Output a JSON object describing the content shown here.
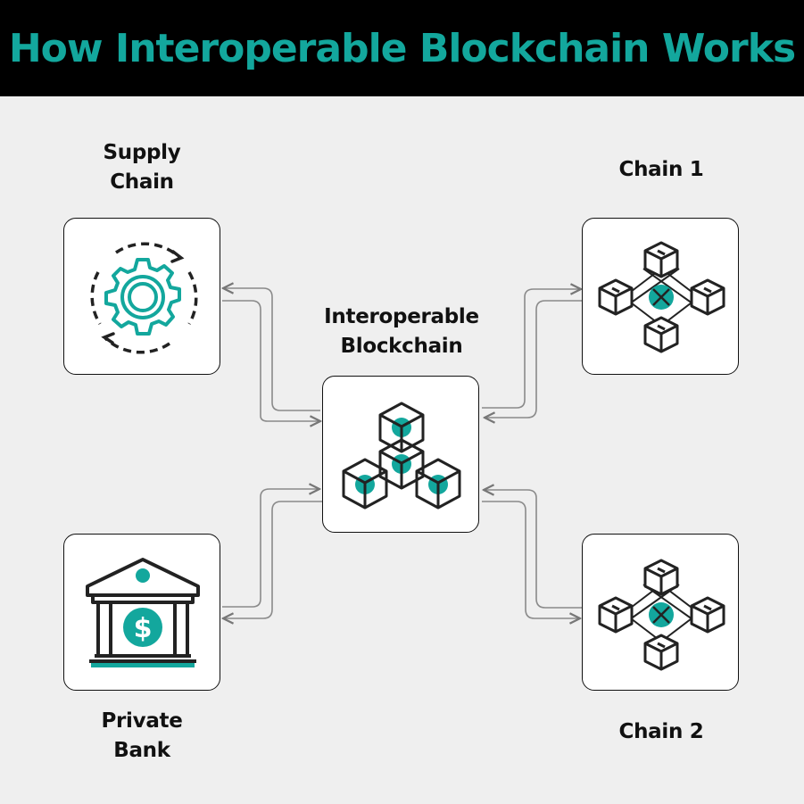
{
  "title": "How Interoperable Blockchain Works",
  "nodes": {
    "supply_chain": {
      "line1": "Supply",
      "line2": "Chain",
      "icon": "gear-cycle-icon"
    },
    "interoperable": {
      "line1": "Interoperable",
      "line2": "Blockchain",
      "icon": "blockchain-cubes-icon"
    },
    "chain1": {
      "label": "Chain 1",
      "icon": "network-cubes-icon"
    },
    "chain2": {
      "label": "Chain 2",
      "icon": "network-cubes-icon"
    },
    "private_bank": {
      "line1": "Private",
      "line2": "Bank",
      "icon": "bank-dollar-icon"
    }
  },
  "colors": {
    "accent": "#13a79d",
    "header_bg": "#000000",
    "background": "#efefef",
    "line": "#8a8a8a"
  }
}
